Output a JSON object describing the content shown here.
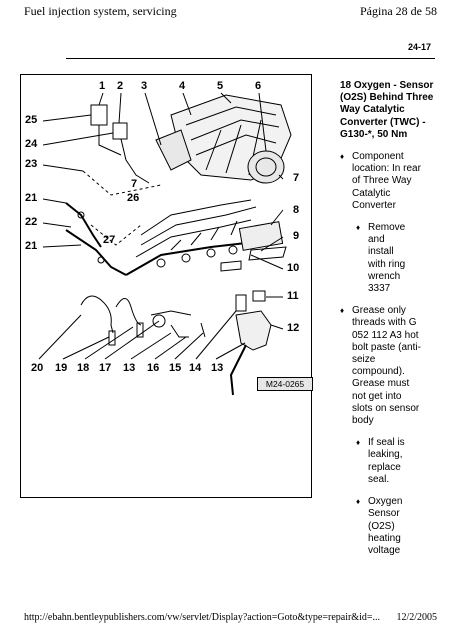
{
  "header": {
    "left": "Fuel injection system, servicing",
    "right": "Página 28 de 58"
  },
  "section_code": "24-17",
  "figure": {
    "id_label": "M24-0265",
    "callouts_top": [
      "1",
      "2",
      "3",
      "4",
      "5",
      "6"
    ],
    "callouts_left": [
      "25",
      "24",
      "23",
      "21",
      "22",
      "21"
    ],
    "callouts_mid": [
      "7",
      "26",
      "27"
    ],
    "callouts_right": [
      "7",
      "8",
      "9",
      "10",
      "11",
      "12"
    ],
    "callouts_bottom": [
      "20",
      "19",
      "18",
      "17",
      "13",
      "16",
      "15",
      "14",
      "13"
    ]
  },
  "item": {
    "number": "18",
    "title": "Oxygen - Sensor (O2S) Behind Three Way Catalytic Converter (TWC) - G130-*, 50 Nm"
  },
  "notes": [
    {
      "level": 1,
      "text": "Component location: In rear of Three Way Catalytic Converter"
    },
    {
      "level": 2,
      "text": "Remove and install with ring wrench 3337"
    },
    {
      "level": 1,
      "text": "Grease only threads with G 052 112 A3 hot bolt paste (anti-seize compound). Grease must not get into slots on sensor body"
    },
    {
      "level": 2,
      "text": "If seal is leaking, replace seal."
    },
    {
      "level": 2,
      "text": "Oxygen Sensor (O2S) heating voltage"
    }
  ],
  "footer": {
    "url": "http://ebahn.bentleypublishers.com/vw/servlet/Display?action=Goto&type=repair&id=...",
    "date": "12/2/2005"
  }
}
